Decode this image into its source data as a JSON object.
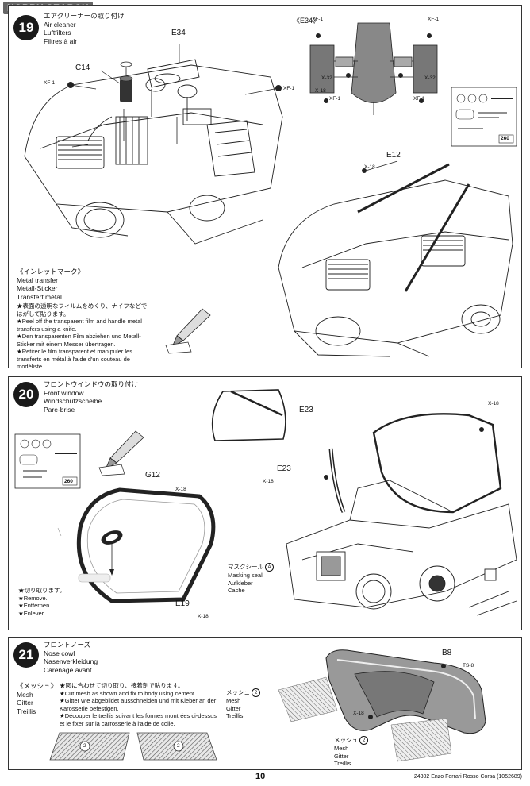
{
  "watermark": "HOBBY SEARCH",
  "step19": {
    "number": "19",
    "title_jp": "エアクリーナーの取り付け",
    "title_en": "Air cleaner",
    "title_de": "Luftfilters",
    "title_fr": "Filtres à air",
    "parts": {
      "e34": "E34",
      "c14": "C14",
      "e12": "E12",
      "e34_box": "《E34》"
    },
    "screws": {
      "xf1": "XF-1",
      "x32": "X-32",
      "x18": "X-18"
    },
    "decal_no": "260",
    "transfer_jp": "《インレットマーク》",
    "transfer_en": "Metal transfer",
    "transfer_de": "Metall-Sticker",
    "transfer_fr": "Transfert métal",
    "instr_jp": "★表面の透明なフィルムをめくり、ナイフなどではがして貼ります。",
    "instr_en": "★Peel off the transparent film and handle metal transfers using a knife.",
    "instr_de": "★Den transparenten Film abziehen und Metall-Sticker mit einem Messer übertragen.",
    "instr_fr": "★Retirer le film transparent et manipuler les transferts en métal à l'aide d'un couteau de modéliste."
  },
  "step20": {
    "number": "20",
    "title_jp": "フロントウインドウの取り付け",
    "title_en": "Front window",
    "title_de": "Windschutzscheibe",
    "title_fr": "Pare-brise",
    "parts": {
      "e23": "E23",
      "g12": "G12",
      "e19": "E19"
    },
    "screws": {
      "x18": "X-18"
    },
    "decal_no": "260",
    "mask_jp": "マスクシール",
    "mask_letter": "A",
    "mask_en": "Masking seal",
    "mask_de": "Aufkleber",
    "mask_fr": "Cache",
    "remove_jp": "★切り取ります。",
    "remove_en": "★Remove.",
    "remove_de": "★Entfernen.",
    "remove_fr": "★Enlever."
  },
  "step21": {
    "number": "21",
    "title_jp": "フロントノーズ",
    "title_en": "Nose cowl",
    "title_de": "Nasenverkleidung",
    "title_fr": "Carénage avant",
    "mesh_jp": "《メッシュ》",
    "mesh_en": "Mesh",
    "mesh_de": "Gitter",
    "mesh_fr": "Treillis",
    "instr_jp": "★図に合わせて切り取り、接着剤で貼ります。",
    "instr_en": "★Cut mesh as shown and fix to body using cement.",
    "instr_de": "★Gitter wie abgebildet ausschneiden und mit Kleber an der Karosserie befestigen.",
    "instr_fr": "★Découper le treillis suivant les formes montrées ci-dessus et le fixer sur la carrosserie à l'aide de colle.",
    "parts": {
      "b8": "B8"
    },
    "screws": {
      "ts8": "TS-8",
      "x18": "X-18"
    },
    "mesh_num": "2",
    "callout_jp": "メッシュ"
  },
  "footer": {
    "page": "10",
    "code": "24302 Enzo Ferrari Rosso Corsa (1052689)"
  }
}
